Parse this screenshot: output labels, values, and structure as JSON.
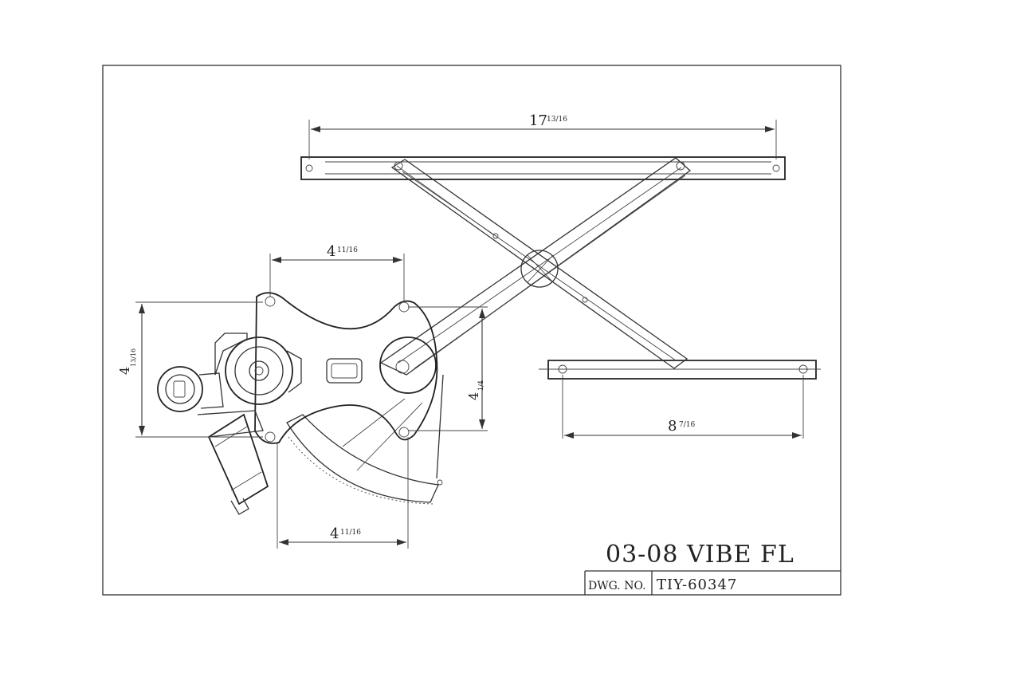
{
  "title_block": {
    "title": "03-08 VIBE FL",
    "dwg_label": "DWG. NO.",
    "dwg_number": "TIY-60347"
  },
  "dimensions": {
    "top_rail_length": "17",
    "top_rail_fraction": "13/16",
    "bottom_rail_length": "8",
    "bottom_rail_fraction": "7/16",
    "motor_plate_top_width": "4",
    "motor_plate_top_fraction": "11/16",
    "motor_plate_bottom_width": "4",
    "motor_plate_bottom_fraction": "11/16",
    "motor_height": "4",
    "motor_height_fraction": "13/16",
    "bracket_height": "4",
    "bracket_height_fraction": "1/4"
  }
}
